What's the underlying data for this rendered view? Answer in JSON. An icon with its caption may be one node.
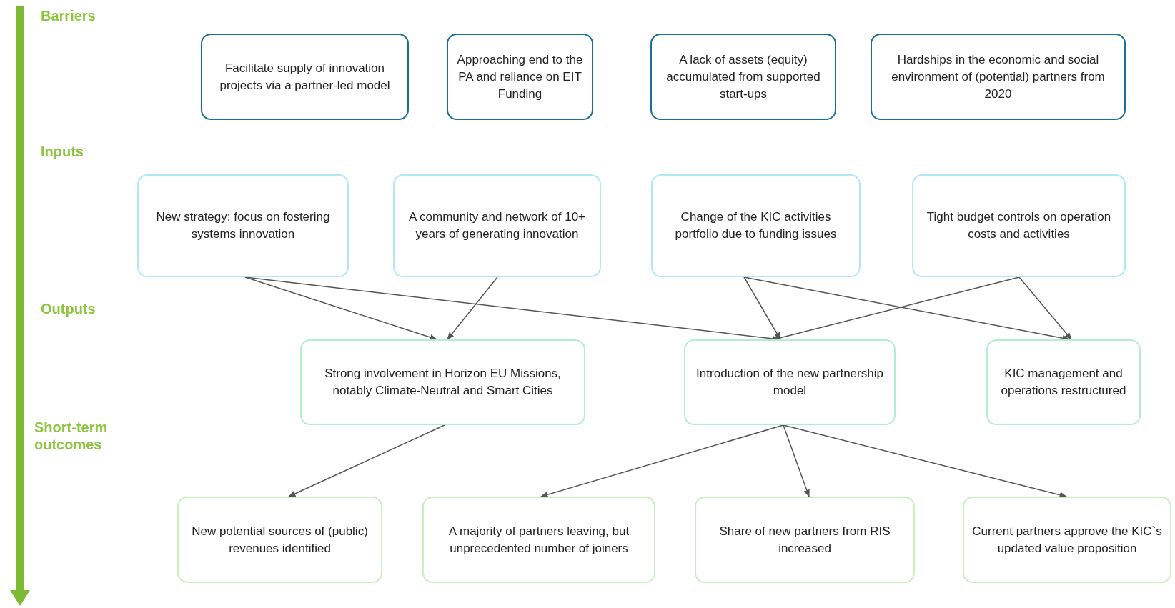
{
  "diagram": {
    "nodes": [
      {
        "text": [
          "Facilitate supply of innovation projects via a partner-led model"
        ]
      },
      {
        "text": [
          "Approaching end to the PA and reliance on EIT Funding"
        ]
      },
      {
        "text": [
          "A lack of assets (equity) accumulated from supported start-ups"
        ]
      },
      {
        "text": [
          "Hardships in the economic and social environment of (potential) partners from 2020"
        ]
      },
      {
        "text": [
          "New strategy: focus on fostering systems innovation"
        ]
      },
      {
        "text": [
          "A community and network of 10+ years of generating innovation"
        ]
      },
      {
        "text": [
          "Change of the KIC activities portfolio due to funding issues"
        ]
      },
      {
        "text": [
          "Tight budget controls on operation costs and activities"
        ]
      },
      {
        "text": [
          "Strong involvement in Horizon EU Missions, notably Climate-Neutral and Smart Cities"
        ]
      },
      {
        "text": [
          "Introduction of the new partnership model"
        ]
      },
      {
        "text": [
          "KIC management and operations restructured"
        ]
      },
      {
        "text": [
          "New potential sources of (public) revenues identified"
        ]
      },
      {
        "text": [
          "A majority of partners leaving, but unprecedented number of joiners"
        ]
      },
      {
        "text": [
          "Share of new partners from RIS increased"
        ]
      },
      {
        "text": [
          "Current partners approve the KIC`s updated value proposition"
        ]
      }
    ],
    "edges": [
      {
        "from": 4,
        "to": 8,
        "arrow": "to"
      },
      {
        "from": 4,
        "to": 9,
        "arrow": "to"
      },
      {
        "from": 5,
        "to": 8,
        "arrow": "to"
      },
      {
        "from": 6,
        "to": 9,
        "arrow": "to"
      },
      {
        "from": 6,
        "to": 10,
        "arrow": "to"
      },
      {
        "from": 7,
        "to": 9,
        "arrow": "to"
      },
      {
        "from": 7,
        "to": 10,
        "arrow": "to"
      },
      {
        "from": 8,
        "to": 11,
        "arrow": "to"
      },
      {
        "from": 9,
        "to": 12,
        "arrow": "to"
      },
      {
        "from": 9,
        "to": 13,
        "arrow": "to"
      },
      {
        "from": 9,
        "to": 14,
        "arrow": "to"
      }
    ],
    "labels": [
      "Barriers",
      "Inputs",
      "Outputs",
      "Short-term outcomes"
    ]
  }
}
